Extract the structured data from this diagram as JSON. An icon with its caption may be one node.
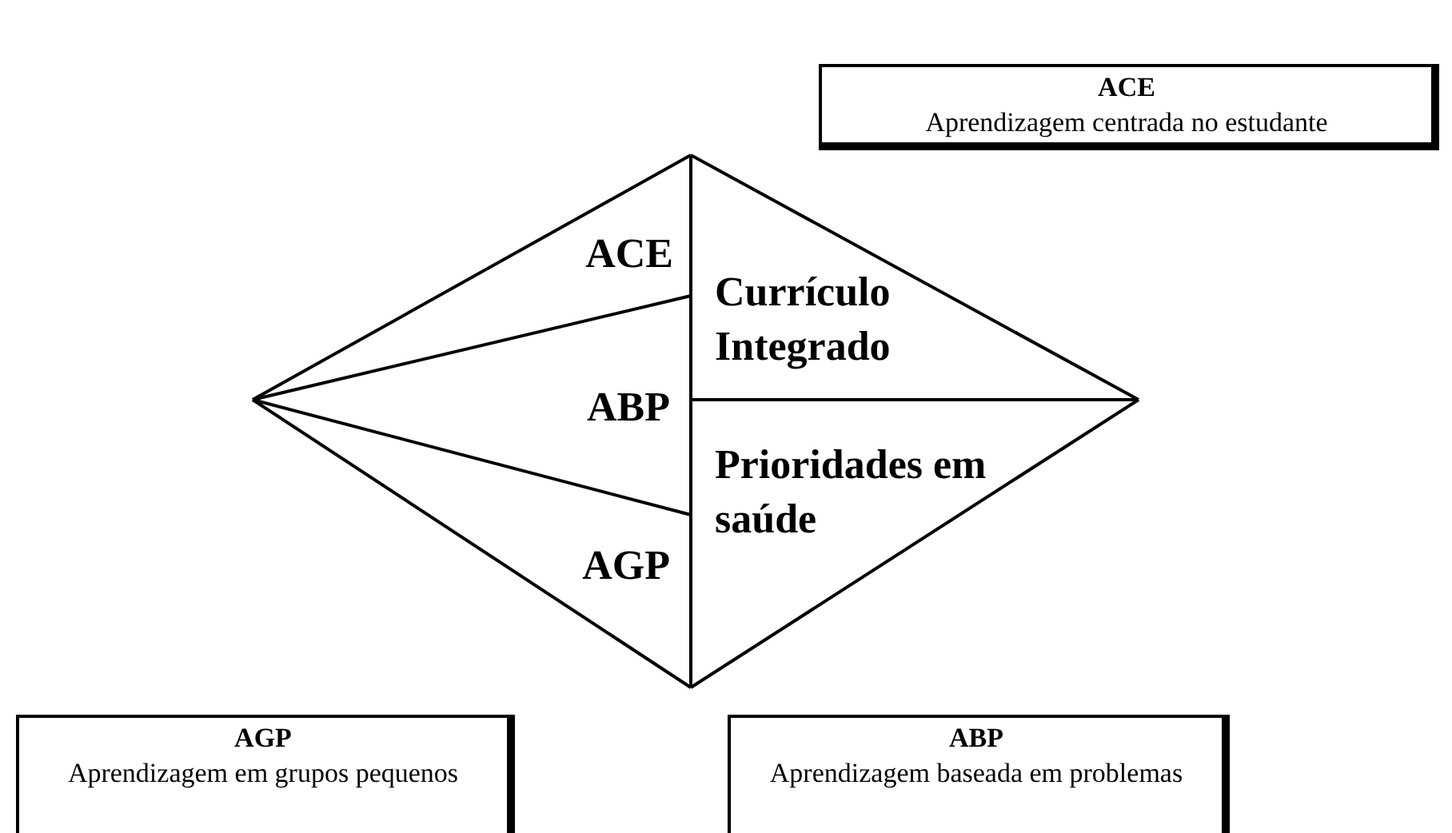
{
  "diagram": {
    "nodes": [
      {
        "text": [
          "ACE",
          "Aprendizagem centrada no estudante"
        ]
      },
      {
        "text": [
          "AGP",
          "Aprendizagem em grupos pequenos"
        ]
      },
      {
        "text": [
          "ABP",
          "Aprendizagem baseada em problemas"
        ]
      }
    ],
    "labels": [
      "ACE",
      "Currículo Integrado",
      "ABP",
      "Prioridades em saúde",
      "AGP"
    ]
  }
}
